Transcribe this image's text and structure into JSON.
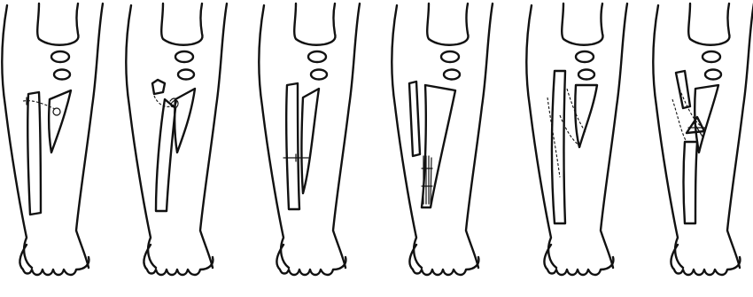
{
  "colors": {
    "ink": "#111111",
    "background": "#ffffff"
  },
  "panels": [
    {
      "id": "panel-1",
      "variant": "transverse-suture"
    },
    {
      "id": "panel-2",
      "variant": "loop-fixation"
    },
    {
      "id": "panel-3",
      "variant": "short-horizontal-mark"
    },
    {
      "id": "panel-4",
      "variant": "hatched-fusion"
    },
    {
      "id": "panel-5",
      "variant": "dashed-tracts"
    },
    {
      "id": "panel-6",
      "variant": "crossed-fixation"
    }
  ]
}
